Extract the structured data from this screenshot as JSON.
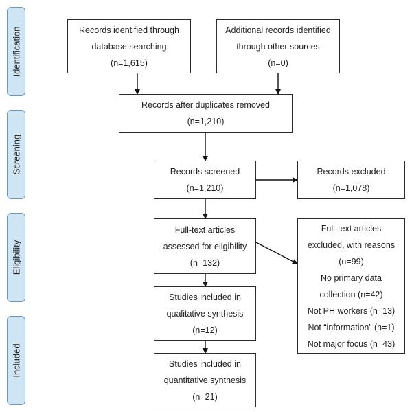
{
  "stages": {
    "identification": "Identification",
    "screening": "Screening",
    "eligibility": "Eligibility",
    "included": "Included"
  },
  "boxes": {
    "database_records": {
      "line1": "Records identified through",
      "line2": "database searching",
      "line3": "(n=1,615)"
    },
    "other_records": {
      "line1": "Additional records identified",
      "line2": "through other sources",
      "line3": "(n=0)"
    },
    "after_duplicates": {
      "line1": "Records after duplicates removed",
      "line2": "(n=1,210)"
    },
    "screened": {
      "line1": "Records screened",
      "line2": "(n=1,210)"
    },
    "excluded": {
      "line1": "Records excluded",
      "line2": "(n=1,078)"
    },
    "full_text": {
      "line1": "Full-text articles",
      "line2": "assessed for eligibility",
      "line3": "(n=132)"
    },
    "full_text_excluded": {
      "line1": "Full-text articles",
      "line2": "excluded, with reasons",
      "line3": "(n=99)",
      "line4": "No primary data",
      "line5": "collection (n=42)",
      "line6": "Not PH workers (n=13)",
      "line7": "Not “information” (n=1)",
      "line8": "Not major focus (n=43)"
    },
    "qualitative": {
      "line1": "Studies included in",
      "line2": "qualitative synthesis",
      "line3": "(n=12)"
    },
    "quantitative": {
      "line1": "Studies included in",
      "line2": "quantitative synthesis",
      "line3": "(n=21)"
    }
  }
}
